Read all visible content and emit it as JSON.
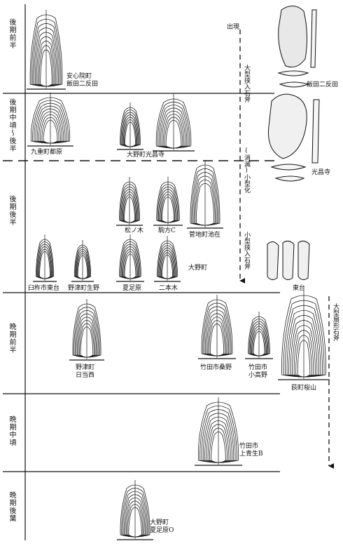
{
  "periods": [
    {
      "label": "後期前半"
    },
    {
      "label": "後期中頃〜後半"
    },
    {
      "label": "後期後半"
    },
    {
      "label": "晩期前半"
    },
    {
      "label": "晩期中頃"
    },
    {
      "label": "晩期後葉"
    }
  ],
  "sites": {
    "anshinin": "安心院町",
    "iida1": "飯田二反田",
    "kokonoe": "九重町都原",
    "onoKoshoji": "大野町光昌寺",
    "matsunoki": "松ノ木",
    "komakata": "駒方C",
    "seichi": "菅地町池在",
    "usuki": "臼杵市東台",
    "nozu": "野津町生野",
    "natsuhara": "夏足原",
    "nihongi": "二本木",
    "onomachi": "大野町",
    "nozuHinata1": "野津町",
    "nozuHinata2": "日当西",
    "takedaKuwano": "竹田市桑野",
    "takedaKozuno1": "竹田市",
    "takedaKozuno2": "小高野",
    "ogiSakurayama": "荻町桜山",
    "takedaKamiaoyagi1": "竹田市",
    "takedaKamiaoyagi2": "上青生B",
    "onoNatsuhara1": "大野町",
    "onoNatsuhara2": "夏足原O",
    "iida2": "飯田二反田",
    "koshoji": "光昌寺",
    "higashidai": "東台"
  },
  "annotations": {
    "appearance": "出現",
    "largeInsert": "大型挟入石斧",
    "shrink": "(消滅)小型化",
    "smallInsert": "小型挟入石斧",
    "largeFan": "大型扇形石斧"
  }
}
